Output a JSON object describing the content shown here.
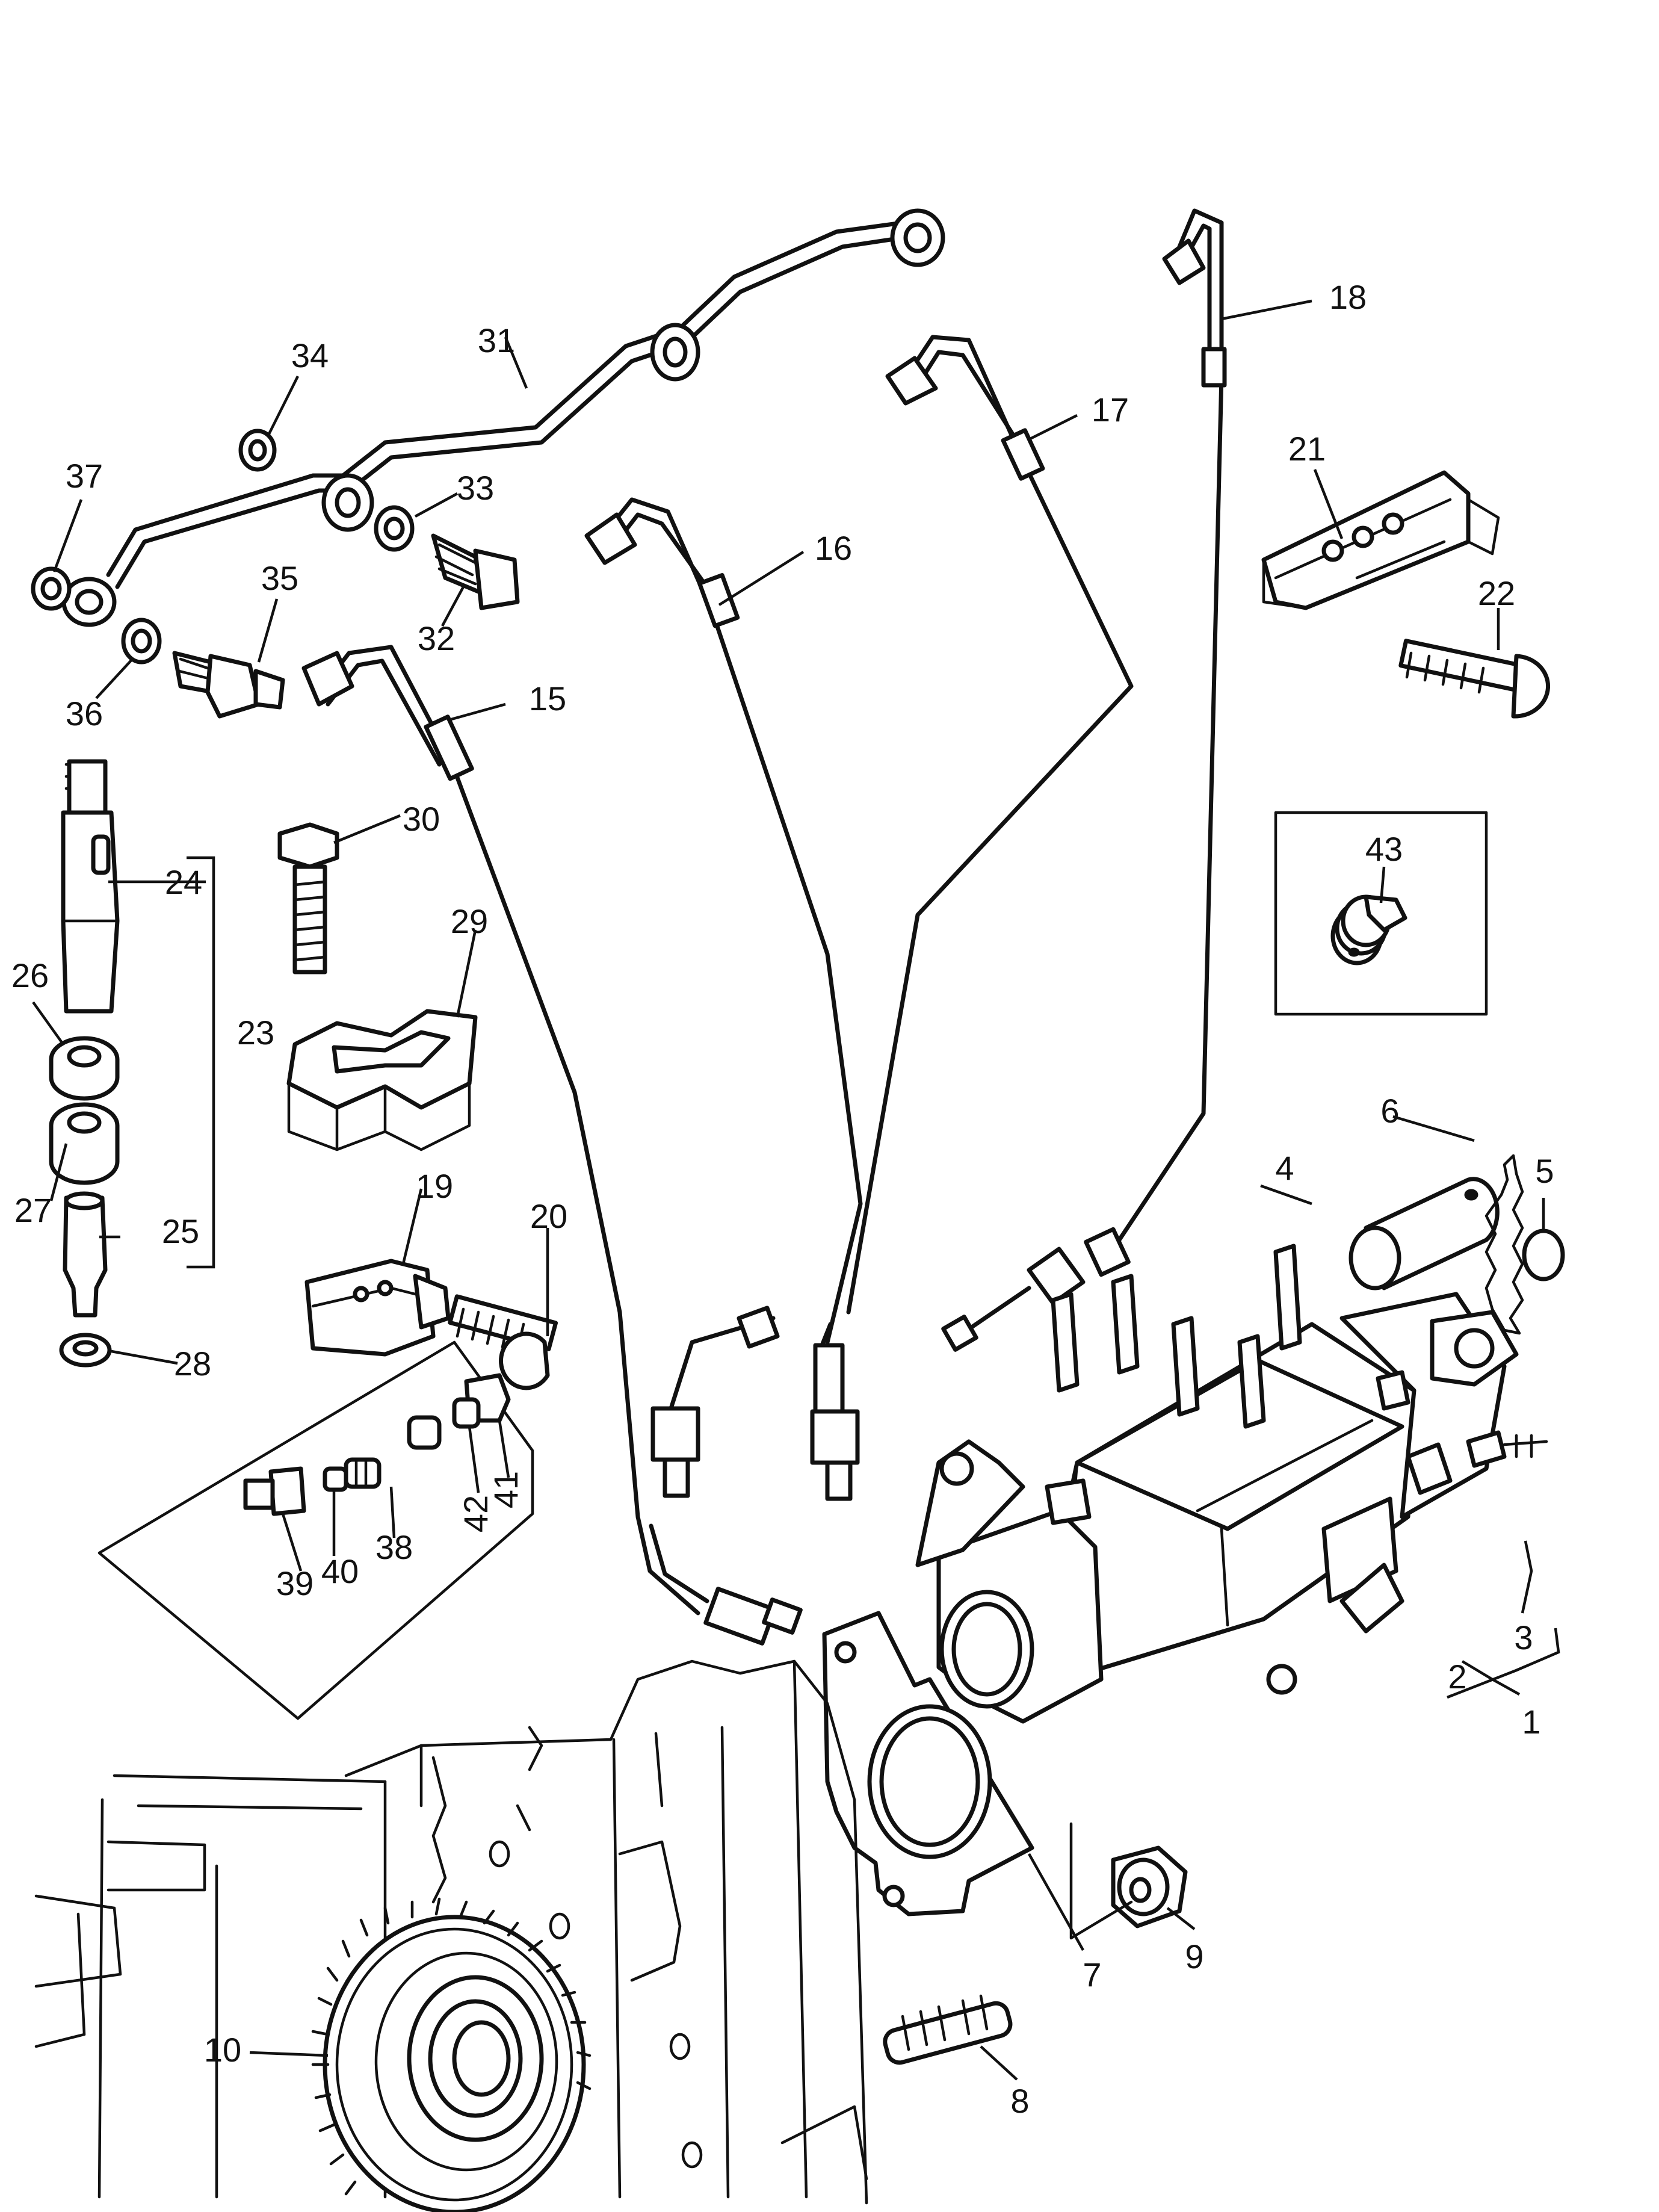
{
  "callouts": [
    "1",
    "2",
    "3",
    "4",
    "5",
    "6",
    "7",
    "8",
    "9",
    "10",
    "15",
    "16",
    "17",
    "18",
    "19",
    "20",
    "21",
    "22",
    "23",
    "24",
    "25",
    "26",
    "27",
    "28",
    "29",
    "30",
    "31",
    "32",
    "33",
    "34",
    "35",
    "36",
    "37",
    "38",
    "39",
    "40",
    "41",
    "42",
    "43"
  ]
}
